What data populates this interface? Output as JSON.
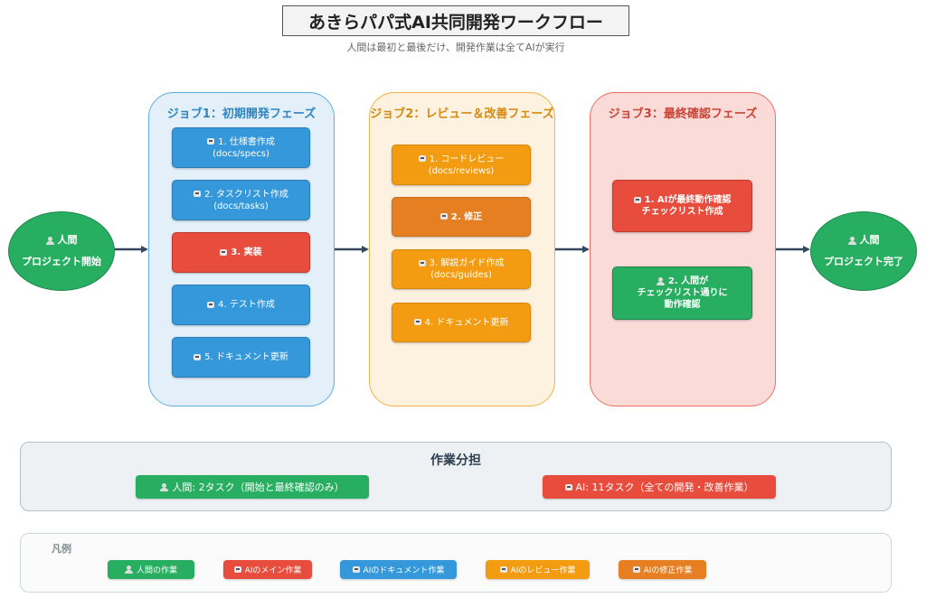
{
  "title": "あきらパパ式AI共同開発ワークフロー",
  "subtitle": "人間は最初と最後だけ、開発作業は全てAIが実行",
  "start_node": {
    "line1": "人間",
    "line2": "プロジェクト開始"
  },
  "end_node": {
    "line1": "人間",
    "line2": "プロジェクト完了"
  },
  "phases": [
    {
      "title": "ジョブ1：初期開発フェーズ",
      "steps": [
        {
          "label": "1. 仕様書作成",
          "sub": "(docs/specs)"
        },
        {
          "label": "2. タスクリスト作成",
          "sub": "(docs/tasks)"
        },
        {
          "label": "3. 実装",
          "sub": ""
        },
        {
          "label": "4. テスト作成",
          "sub": ""
        },
        {
          "label": "5. ドキュメント更新",
          "sub": ""
        }
      ]
    },
    {
      "title": "ジョブ2：レビュー＆改善フェーズ",
      "steps": [
        {
          "label": "1. コードレビュー",
          "sub": "(docs/reviews)"
        },
        {
          "label": "2. 修正",
          "sub": ""
        },
        {
          "label": "3. 解説ガイド作成",
          "sub": "(docs/guides)"
        },
        {
          "label": "4. ドキュメント更新",
          "sub": ""
        }
      ]
    },
    {
      "title": "ジョブ3：最終確認フェーズ",
      "steps": [
        {
          "label": "1. AIが最終動作確認",
          "sub": "チェックリスト作成"
        },
        {
          "label": "2. 人間が",
          "sub": "チェックリスト通りに",
          "sub2": "動作確認"
        }
      ]
    }
  ],
  "division": {
    "title": "作業分担",
    "human": "人間: 2タスク（開始と最終確認のみ）",
    "ai": "AI: 11タスク（全ての開発・改善作業）"
  },
  "legend": {
    "title": "凡例",
    "items": [
      {
        "label": "人間の作業",
        "color": "#27ae60"
      },
      {
        "label": "AIのメイン作業",
        "color": "#e74c3c"
      },
      {
        "label": "AIのドキュメント作業",
        "color": "#3498db"
      },
      {
        "label": "AIのレビュー作業",
        "color": "#f39c12"
      },
      {
        "label": "AIの修正作業",
        "color": "#e67e22"
      }
    ]
  },
  "colors": {
    "human": "#27ae60",
    "ai_main": "#e74c3c",
    "ai_doc": "#3498db",
    "ai_review": "#f39c12",
    "ai_fix": "#e67e22"
  }
}
